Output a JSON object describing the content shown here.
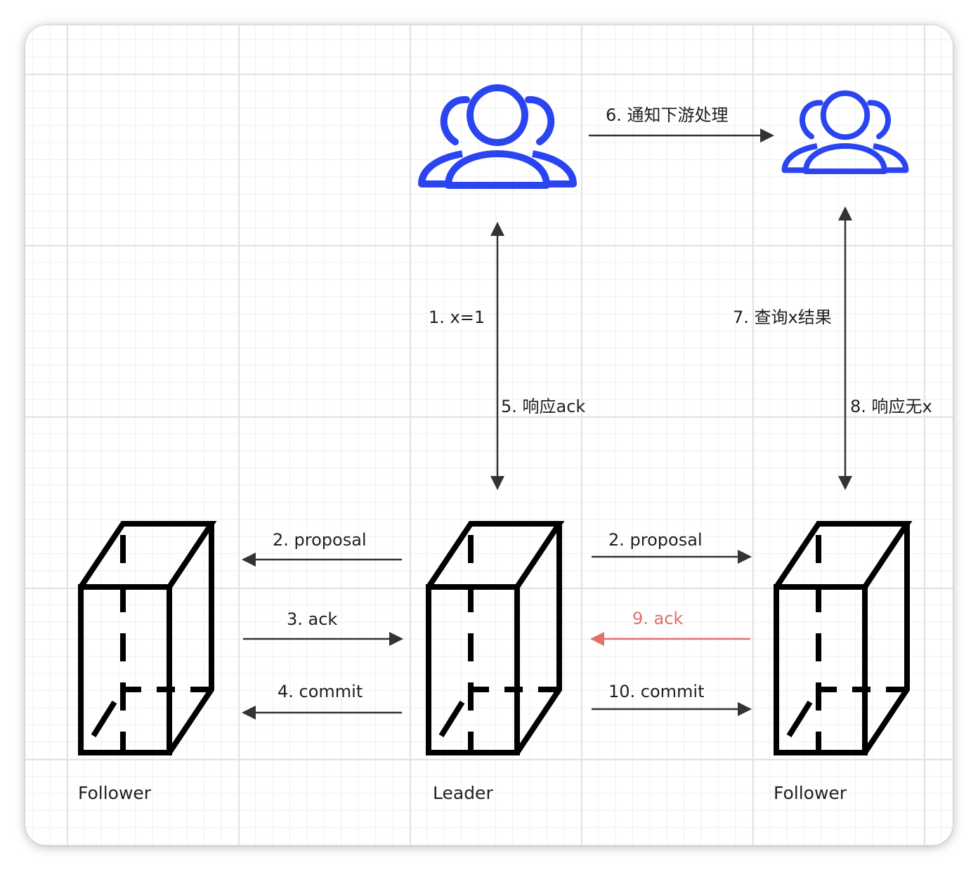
{
  "nodes": {
    "left_follower": "Follower",
    "leader": "Leader",
    "right_follower": "Follower"
  },
  "edges": {
    "proposal_left": "2. proposal",
    "ack_left": "3. ack",
    "commit_left": "4. commit",
    "proposal_right": "2. proposal",
    "ack_right": "9. ack",
    "commit_right": "10. commit",
    "write_request": "1. x=1",
    "write_response": "5. 响应ack",
    "notify_downstream": "6. 通知下游处理",
    "query_request": "7. 查询x结果",
    "query_response": "8. 响应无x"
  },
  "icons": {
    "users": "users-icon",
    "server": "server-box-icon"
  },
  "colors": {
    "users_icon": "#2a45f0",
    "highlight_ack": "#e0706d",
    "arrow": "#333333"
  }
}
